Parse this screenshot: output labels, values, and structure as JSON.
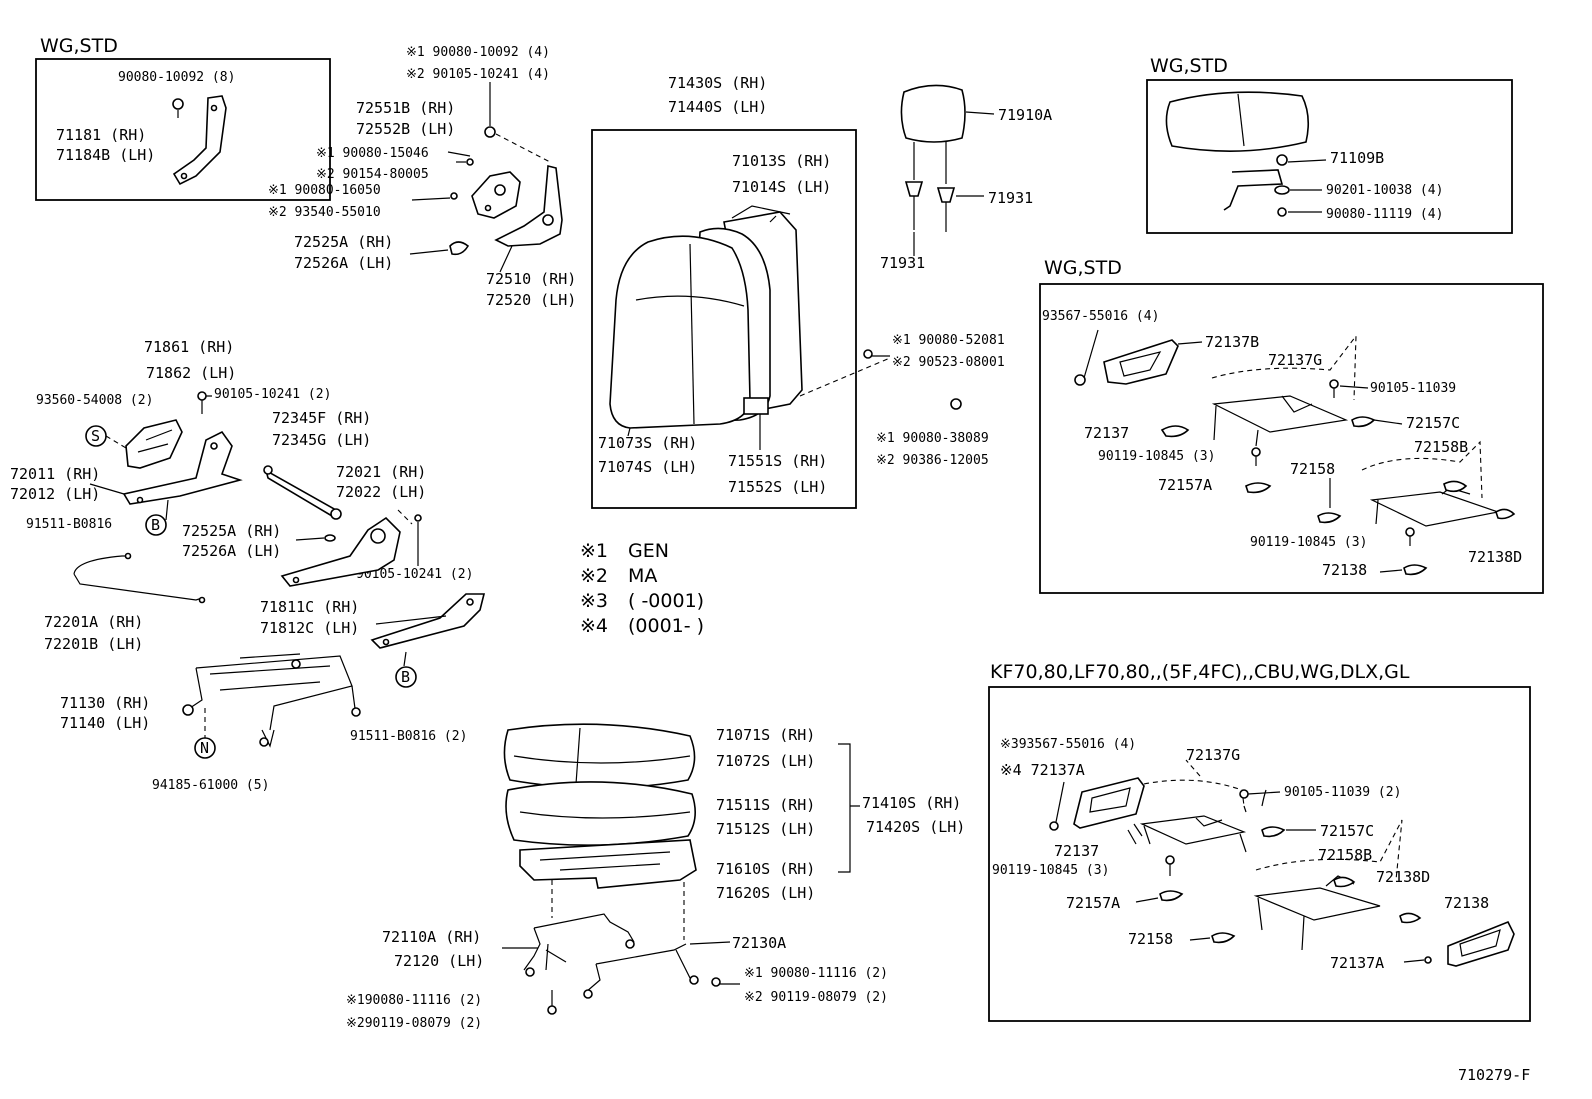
{
  "boxes": {
    "b1": {
      "title": "WG,STD"
    },
    "b2": {
      "title": "WG,STD"
    },
    "b3": {
      "title": "WG,STD"
    },
    "b4": {
      "title": "KF70,80,LF70,80,,(5F,4FC),,CBU,WG,DLX,GL"
    },
    "b5": {
      "title": "71430S (RH)",
      "title2": "71440S (LH)"
    }
  },
  "labels": {
    "l1": "90080-10092 (8)",
    "l2": "71181   (RH)",
    "l3": "71184B (LH)",
    "l4": "※1 90080-10092 (4)",
    "l5": "※2 90105-10241 (4)",
    "l6": "72551B (RH)",
    "l7": "72552B (LH)",
    "l8": "※1 90080-15046",
    "l9": "※2 90154-80005",
    "l10": "※1 90080-16050",
    "l11": "※2 93540-55010",
    "l12": "72525A (RH)",
    "l13": "72526A (LH)",
    "l14": "72510 (RH)",
    "l15": "72520 (LH)",
    "l16": "71013S (RH)",
    "l17": "71014S (LH)",
    "l18": "71073S (RH)",
    "l19": "71074S (LH)",
    "l20": "71551S (RH)",
    "l21": "71552S (LH)",
    "l22": "71910A",
    "l23": "71931",
    "l24": "71931",
    "l25": "※1 90080-52081",
    "l26": "※2 90523-08001",
    "l27": "※1 90080-38089",
    "l28": "※2 90386-12005",
    "l29": "71109B",
    "l30": "90201-10038 (4)",
    "l31": "90080-11119 (4)",
    "l32": "93567-55016 (4)",
    "l33": "72137B",
    "l34": "72137G",
    "l35": "90105-11039",
    "l36": "72137",
    "l37": "72157C",
    "l38": "72158B",
    "l39": "90119-10845 (3)",
    "l40": "72158",
    "l41": "72157A",
    "l42": "90119-10845 (3)",
    "l43": "72138D",
    "l44": "72138",
    "l45": "71861 (RH)",
    "l46": "71862 (LH)",
    "l47": "93560-54008 (2)",
    "l48": "90105-10241 (2)",
    "l49": "72345F (RH)",
    "l50": "72345G (LH)",
    "l51": "72011 (RH)",
    "l52": "72012 (LH)",
    "l53": "72021 (RH)",
    "l54": "72022 (LH)",
    "l55": "91511-B0816",
    "l56": "72525A (RH)",
    "l57": "72526A (LH)",
    "l58": "90105-10241 (2)",
    "l59": "72201A (RH)",
    "l60": "72201B (LH)",
    "l61": "71811C (RH)",
    "l62": "71812C (LH)",
    "l63": "71130 (RH)",
    "l64": "71140 (LH)",
    "l65": "91511-B0816 (2)",
    "l66": "94185-61000 (5)",
    "l67": "71071S (RH)",
    "l68": "71072S (LH)",
    "l69": "71511S (RH)",
    "l70": "71512S (LH)",
    "l71": "71410S (RH)",
    "l72": "71420S (LH)",
    "l73": "71610S (RH)",
    "l74": "71620S (LH)",
    "l75": "72110A (RH)",
    "l76": "72120 (LH)",
    "l77": "72130A",
    "l78": "※1 90080-11116 (2)",
    "l79": "※2 90119-08079 (2)",
    "l80": "※190080-11116 (2)",
    "l81": "※290119-08079 (2)",
    "l82": "※393567-55016 (4)",
    "l83": "※4 72137A",
    "l84": "72137G",
    "l85": "90105-11039 (2)",
    "l86": "72137",
    "l87": "72157C",
    "l88": "90119-10845 (3)",
    "l89": "72158B",
    "l90": "72138D",
    "l91": "72157A",
    "l92": "72138",
    "l93": "72158",
    "l94": "72137A",
    "l95": "710279-F"
  },
  "markers": {
    "s": "S",
    "b": "B",
    "b2": "B",
    "n": "N"
  },
  "legend": [
    {
      "mark": "※1",
      "text": "GEN"
    },
    {
      "mark": "※2",
      "text": "MA"
    },
    {
      "mark": "※3",
      "text": "(         -0001)"
    },
    {
      "mark": "※4",
      "text": "(0001-        )"
    }
  ]
}
